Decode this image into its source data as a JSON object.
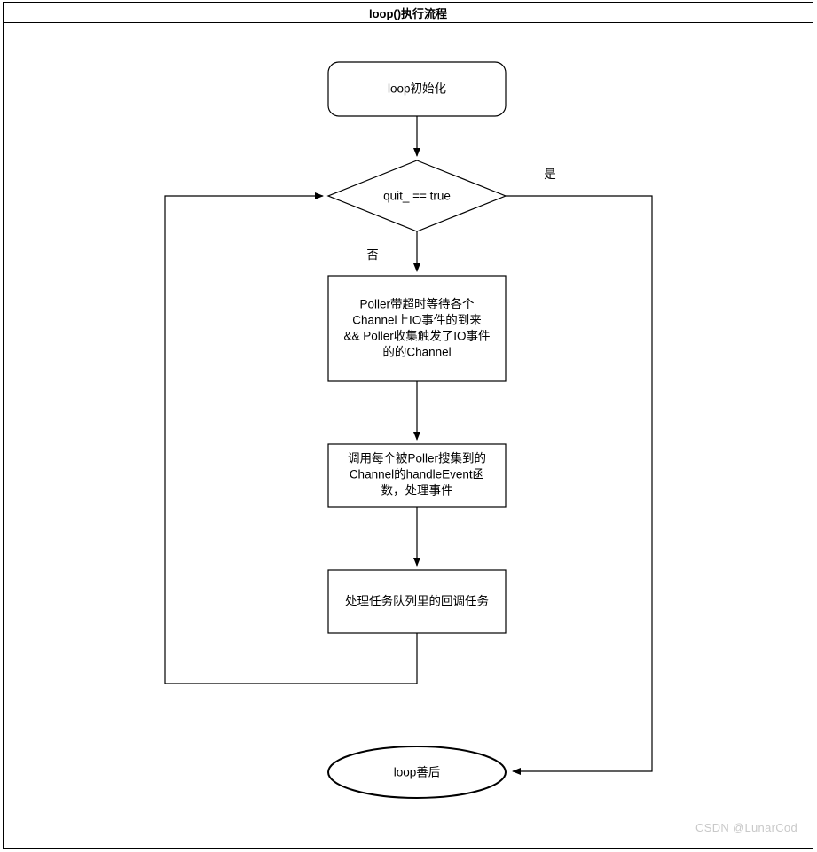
{
  "window": {
    "title": "loop()执行流程"
  },
  "watermark": "CSDN @LunarCod",
  "diagram": {
    "type": "flowchart",
    "nodes": [
      {
        "id": "start",
        "shape": "rounded-rectangle",
        "label": "loop初始化",
        "lines": [
          "loop初始化"
        ]
      },
      {
        "id": "decision-quit",
        "shape": "diamond",
        "label": "quit_ == true",
        "lines": [
          "quit_ == true"
        ]
      },
      {
        "id": "poller-wait",
        "shape": "rectangle",
        "label": "Poller带超时等待各个Channel上IO事件的到来 && Poller收集触发了IO事件的的Channel",
        "lines": [
          "Poller带超时等待各个",
          "Channel上IO事件的到来",
          "&& Poller收集触发了IO事件",
          "的的Channel"
        ]
      },
      {
        "id": "handle-event",
        "shape": "rectangle",
        "label": "调用每个被Poller搜集到的Channel的handleEvent函数，处理事件",
        "lines": [
          "调用每个被Poller搜集到的",
          "Channel的handleEvent函",
          "数，处理事件"
        ]
      },
      {
        "id": "handle-callbacks",
        "shape": "rectangle",
        "label": "处理任务队列里的回调任务",
        "lines": [
          "处理任务队列里的回调任务"
        ]
      },
      {
        "id": "end",
        "shape": "ellipse",
        "label": "loop善后",
        "lines": [
          "loop善后"
        ]
      }
    ],
    "edges": [
      {
        "id": "e-start-decision",
        "from": "start",
        "to": "decision-quit",
        "label": ""
      },
      {
        "id": "e-decision-yes",
        "from": "decision-quit",
        "to": "end",
        "label": "是"
      },
      {
        "id": "e-decision-no",
        "from": "decision-quit",
        "to": "poller-wait",
        "label": "否"
      },
      {
        "id": "e-poller-handle",
        "from": "poller-wait",
        "to": "handle-event",
        "label": ""
      },
      {
        "id": "e-handle-callbacks",
        "from": "handle-event",
        "to": "handle-callbacks",
        "label": ""
      },
      {
        "id": "e-loop-back",
        "from": "handle-callbacks",
        "to": "decision-quit",
        "label": ""
      }
    ],
    "labels": {
      "yes": "是",
      "no": "否"
    },
    "colors": {
      "stroke": "#000000",
      "fill": "#ffffff",
      "text": "#000000",
      "watermark": "#c9c9c9"
    }
  }
}
